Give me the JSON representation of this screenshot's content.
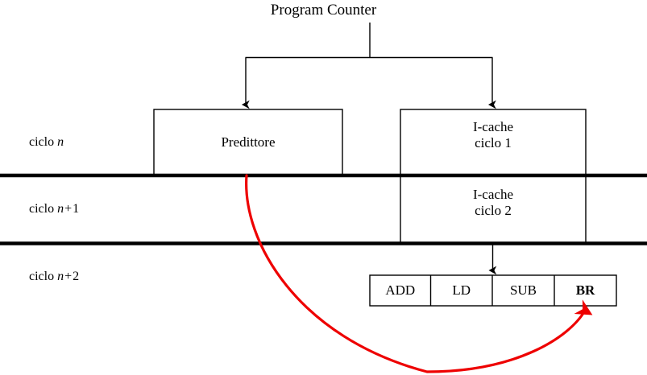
{
  "diagram": {
    "title": "Program Counter",
    "colors": {
      "stroke": "#000000",
      "accent_red": "#ee0000",
      "background": "#ffffff"
    },
    "cycle_labels": [
      {
        "id": "cycle-n",
        "prefix": "ciclo ",
        "var": "n",
        "op": "",
        "num": ""
      },
      {
        "id": "cycle-n1",
        "prefix": "ciclo ",
        "var": "n",
        "op": "+",
        "num": "1"
      },
      {
        "id": "cycle-n2",
        "prefix": "ciclo ",
        "var": "n",
        "op": "+",
        "num": "2"
      }
    ],
    "boxes": {
      "predictor": {
        "label": "Predittore"
      },
      "icache_cycle1": {
        "line1": "I-cache",
        "line2": "ciclo 1"
      },
      "icache_cycle2": {
        "line1": "I-cache",
        "line2": "ciclo 2"
      }
    },
    "instruction_buffer": {
      "cells": [
        {
          "label": "ADD",
          "emphasis": "normal"
        },
        {
          "label": "LD",
          "emphasis": "normal"
        },
        {
          "label": "SUB",
          "emphasis": "normal"
        },
        {
          "label": "BR",
          "emphasis": "bold"
        }
      ]
    }
  }
}
